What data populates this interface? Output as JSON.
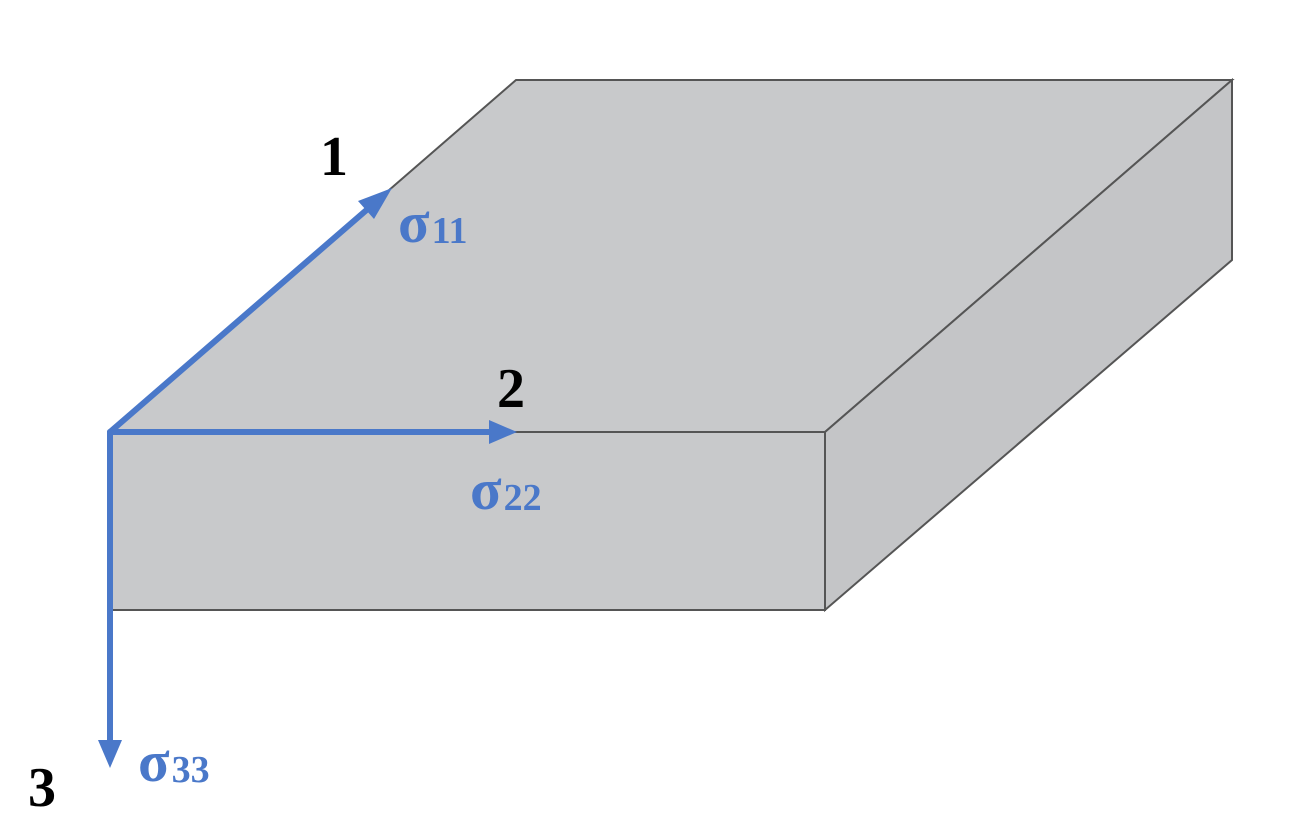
{
  "colors": {
    "block_fill": "#c8c9cb",
    "block_stroke": "#555555",
    "arrow": "#4a78c9",
    "axis_text": "#000000",
    "stress_text": "#4a78c9"
  },
  "axes": [
    {
      "label": "1",
      "stress_symbol": "σ",
      "stress_subscript": "11"
    },
    {
      "label": "2",
      "stress_symbol": "σ",
      "stress_subscript": "22"
    },
    {
      "label": "3",
      "stress_symbol": "σ",
      "stress_subscript": "33"
    }
  ]
}
